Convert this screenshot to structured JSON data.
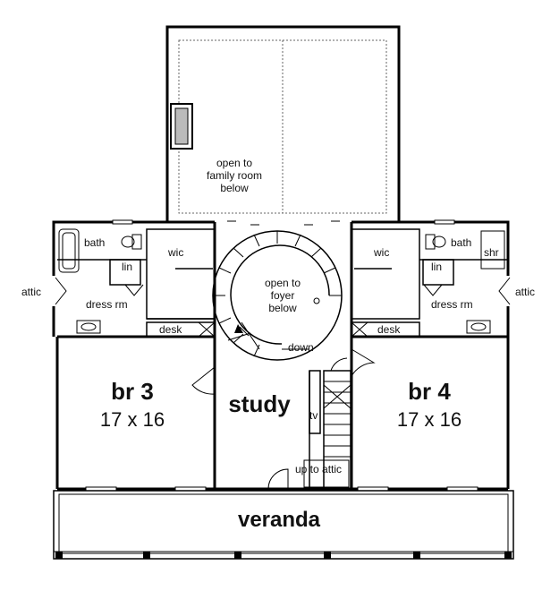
{
  "labels": {
    "open_family_1": "open to",
    "open_family_2": "family room",
    "open_family_3": "below",
    "open_foyer_1": "open to",
    "open_foyer_2": "foyer",
    "open_foyer_3": "below",
    "bath_left": "bath",
    "bath_right": "bath",
    "lin_left": "lin",
    "lin_right": "lin",
    "wic_left": "wic",
    "wic_right": "wic",
    "shr": "shr",
    "attic_left": "attic",
    "attic_right": "attic",
    "dress_left": "dress rm",
    "dress_right": "dress rm",
    "desk_left": "desk",
    "desk_right": "desk",
    "down": "down",
    "br3": "br 3",
    "br3_size": "17 x 16",
    "br4": "br 4",
    "br4_size": "17 x 16",
    "study": "study",
    "tv": "tv",
    "up_to_attic": "up to attic",
    "veranda": "veranda"
  }
}
